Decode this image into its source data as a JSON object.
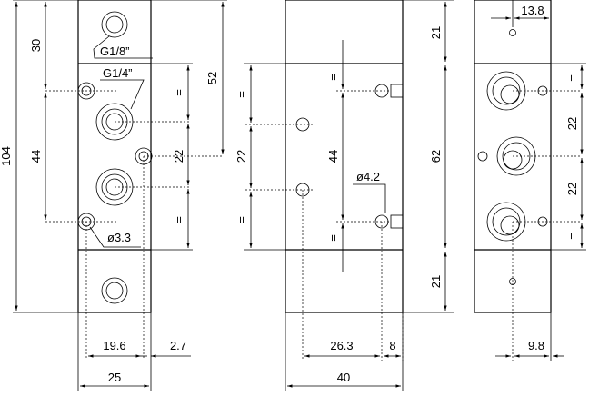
{
  "dimensions": {
    "front_overall_height": "104",
    "front_top_pitch": "30",
    "front_mid_pitch": "44",
    "front_side_52": "52",
    "front_pitch_22": "22",
    "front_width_19_6": "19.6",
    "front_offset_2_7": "2.7",
    "front_width_25": "25",
    "side_pitch_22": "22",
    "side_mid_44": "44",
    "side_top_21": "21",
    "side_center_62": "62",
    "side_bottom_21": "21",
    "side_offset_26_3": "26.3",
    "side_offset_8": "8",
    "side_width_40": "40",
    "right_top_13_8": "13.8",
    "right_pitch_22_a": "22",
    "right_pitch_22_b": "22",
    "right_offset_9_8": "9.8"
  },
  "labels": {
    "thread_small": "G1/8”",
    "thread_large": "G1/4”",
    "hole_dia_3_3": "ø3.3",
    "hole_dia_4_2": "ø4.2",
    "equal_mark": "="
  }
}
